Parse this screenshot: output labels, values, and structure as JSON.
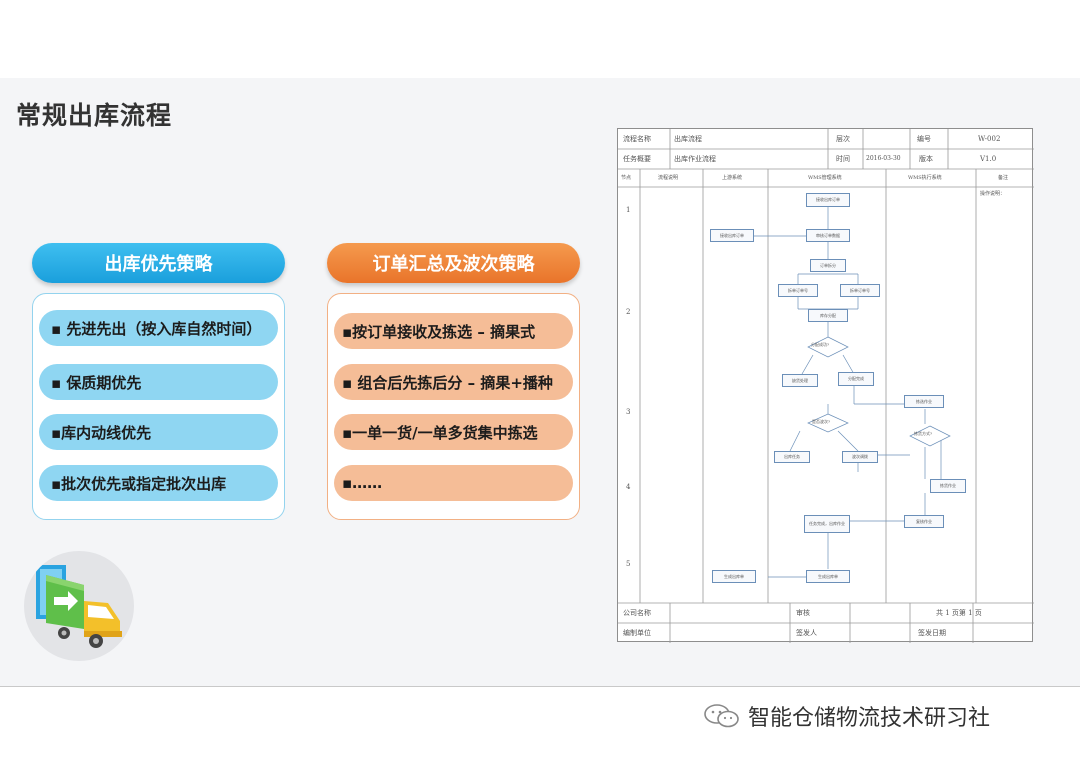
{
  "page": {
    "title": "常规出库流程"
  },
  "left_card": {
    "header": "出库优先策略",
    "items": [
      "▪ 先进先出（按入库自然时间）",
      "▪ 保质期优先",
      "▪库内动线优先",
      "▪批次优先或指定批次出库"
    ]
  },
  "right_card": {
    "header": "订单汇总及波次策略",
    "items": [
      "▪按订单接收及拣选 – 摘果式",
      "▪ 组合后先拣后分 – 摘果+播种",
      "▪一单一货/一单多货集中拣选",
      "▪……"
    ]
  },
  "flowchart": {
    "header": {
      "process_name_label": "流程名称",
      "process_name": "出库流程",
      "level_label": "层次",
      "number_label": "编号",
      "number": "W-002",
      "overview_label": "任务概要",
      "overview": "出库作业流程",
      "time_label": "时间",
      "time": "2016-03-30",
      "version_label": "版本",
      "version": "V1.0"
    },
    "columns": [
      "节点",
      "流程说明",
      "上游系统",
      "WMS管理系统",
      "WMS执行系统",
      "备注"
    ],
    "nodes": [
      "1",
      "2",
      "3",
      "4",
      "5"
    ],
    "boxes": {
      "receive": "接收出库订单",
      "upstream_order": "接收出库订单",
      "approve": "审核订单数据",
      "split": "订单拆分",
      "order_a": "拆单订单号",
      "order_b": "拆单订单号",
      "allocate": "库存分配",
      "alloc_ok": "分配完成",
      "short": "缺货处理",
      "out_task": "出库任务",
      "pick_job": "拣选作业",
      "wave": "波次调拨",
      "pick_mode": "拣货作业",
      "review": "复核作业",
      "task_done": "任务完成，出库作业",
      "gen_bill": "生成出库单",
      "upstream_feedback": "生成出库单",
      "q1": "分配成功?",
      "q2": "是否波次?",
      "q3": "拣货方式?",
      "notes_title": "操作说明："
    },
    "footer": {
      "company_label": "公司名称",
      "approve_label": "审核",
      "pages": "共 1 页第 1 页",
      "unit_label": "编制单位",
      "issuer_label": "签发人",
      "date_label": "签发日期"
    }
  },
  "watermark": {
    "text": "智能仓储物流技术研习社"
  }
}
